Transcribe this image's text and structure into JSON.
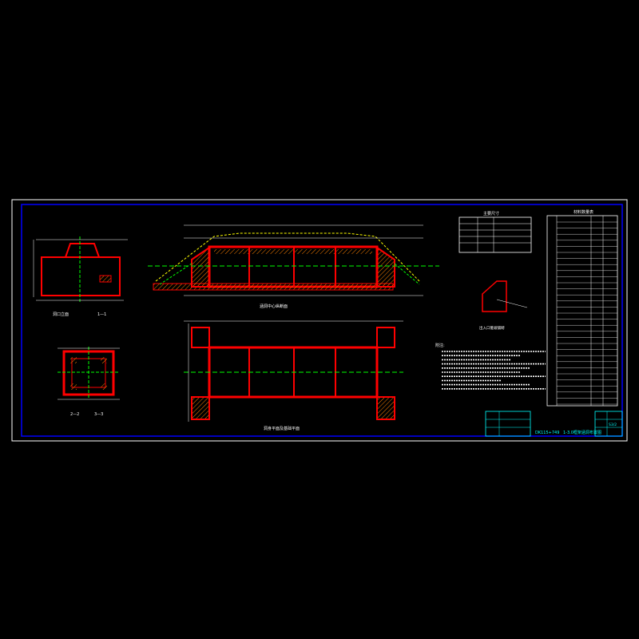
{
  "drawing": {
    "code": "DK115+749",
    "title": "1-3.0框架涵洞布置图",
    "sheet_no": "S3/2",
    "notes_heading": "附注:",
    "notes_lines": 10,
    "table_left_heading": "主要尺寸",
    "table_right_heading": "材料数量表"
  },
  "colors": {
    "background": "#000000",
    "frame": "#0000ff",
    "structure": "#ff0000",
    "hatch": "#ff8000",
    "centerline": "#00ff00",
    "dimension": "#ffffff",
    "embankment": "#ffff00"
  }
}
